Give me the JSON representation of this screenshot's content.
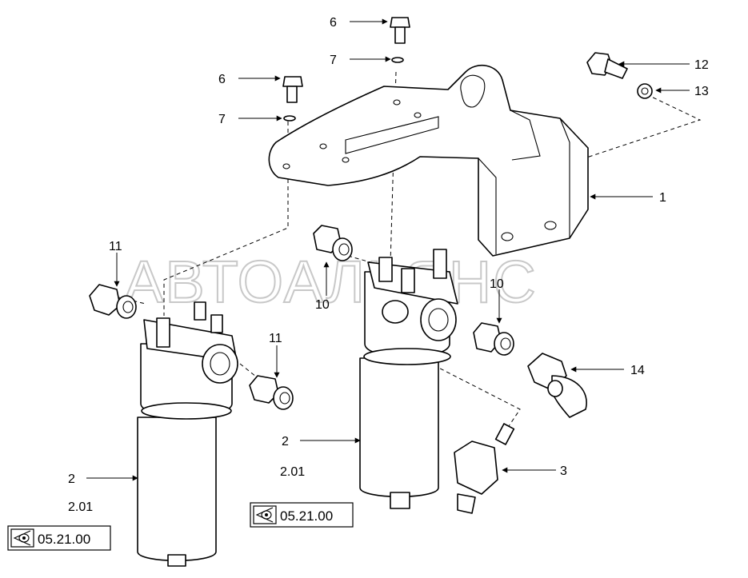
{
  "watermark": "АВТОАЛЬЯНС",
  "callouts": {
    "c1": "1",
    "c2a": "2",
    "c2a_sub": "2.01",
    "c2b": "2",
    "c2b_sub": "2.01",
    "c3": "3",
    "c6a": "6",
    "c6b": "6",
    "c7a": "7",
    "c7b": "7",
    "c10": "10",
    "c10b": "10",
    "c11a": "11",
    "c11b": "11",
    "c12": "12",
    "c13": "13",
    "c14": "14"
  },
  "references": {
    "ref_left": "05.21.00",
    "ref_right": "05.21.00"
  },
  "icons": {
    "reference_icon": "eye-arrow-icon"
  }
}
